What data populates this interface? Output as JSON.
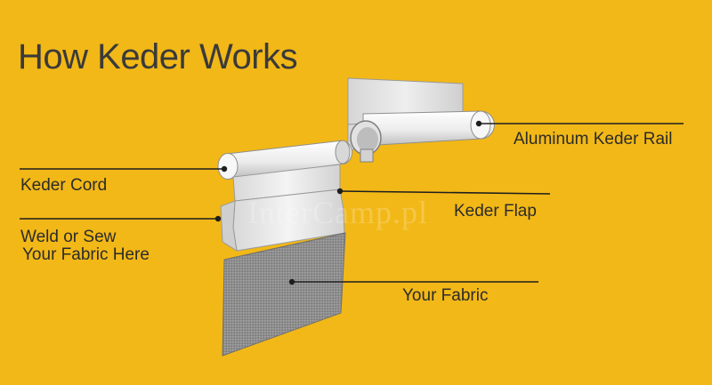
{
  "title": "How Keder Works",
  "labels": {
    "aluminum_keder_rail": "Aluminum Keder Rail",
    "keder_cord": "Keder Cord",
    "keder_flap": "Keder Flap",
    "weld_or_sew_line1": "Weld or Sew",
    "weld_or_sew_line2": "Your Fabric Here",
    "your_fabric": "Your Fabric"
  },
  "watermark": "InterCamp.pl",
  "colors": {
    "background": "#f2b817",
    "text": "#2b2b2b",
    "rail": "#e9e9e9",
    "fabric": "#8f8f8f",
    "leader_line": "#1e1e1e"
  }
}
